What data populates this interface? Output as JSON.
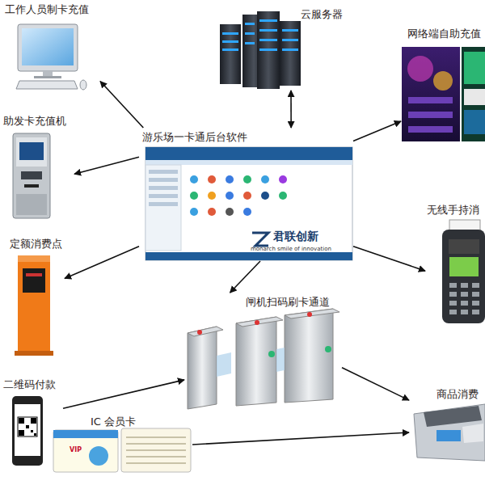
{
  "diagram": {
    "nodes": [
      {
        "text": [
          "工作人员制卡充值"
        ]
      },
      {
        "text": [
          "云服务器"
        ]
      },
      {
        "text": [
          "网络端自助充值"
        ]
      },
      {
        "text": [
          "助发卡充值机"
        ]
      },
      {
        "text": [
          "游乐场一卡通后台软件"
        ]
      },
      {
        "text": [
          "无线手持消"
        ]
      },
      {
        "text": [
          "定额消费点"
        ]
      },
      {
        "text": [
          "闸机扫码刷卡通道"
        ]
      },
      {
        "text": [
          "二维码付款"
        ]
      },
      {
        "text": [
          "IC 会员卡"
        ]
      },
      {
        "text": [
          "商品消费"
        ]
      }
    ],
    "edges": [
      {
        "from": 4,
        "to": 0,
        "arrow": "to"
      },
      {
        "from": 4,
        "to": 1,
        "arrow": "both"
      },
      {
        "from": 4,
        "to": 2,
        "arrow": "to"
      },
      {
        "from": 4,
        "to": 3,
        "arrow": "to"
      },
      {
        "from": 4,
        "to": 5,
        "arrow": "to"
      },
      {
        "from": 4,
        "to": 6,
        "arrow": "to"
      },
      {
        "from": 4,
        "to": 7,
        "arrow": "to"
      },
      {
        "from": 8,
        "to": 7,
        "arrow": "to"
      },
      {
        "from": 9,
        "to": 10,
        "arrow": "to"
      },
      {
        "from": 7,
        "to": 10,
        "arrow": "to"
      }
    ],
    "labels": [
      "君联创新",
      "monarch smile of innovation",
      "VIP"
    ]
  }
}
